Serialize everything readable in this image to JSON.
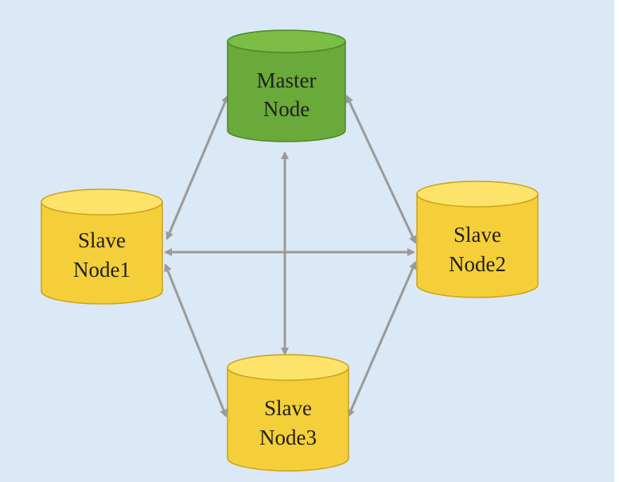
{
  "colors": {
    "background": "#dbe8f6",
    "master_fill": "#6aaa3a",
    "master_top": "#7bbd45",
    "master_stroke": "#4a8a24",
    "slave_fill": "#f5cf3a",
    "slave_top": "#fde36a",
    "slave_stroke": "#c9a21a",
    "arrow": "#9a9a9a"
  },
  "nodes": {
    "master": {
      "line1": "Master",
      "line2": "Node",
      "kind": "master"
    },
    "slave1": {
      "line1": "Slave",
      "line2": "Node1",
      "kind": "slave"
    },
    "slave2": {
      "line1": "Slave",
      "line2": "Node2",
      "kind": "slave"
    },
    "slave3": {
      "line1": "Slave",
      "line2": "Node3",
      "kind": "slave"
    }
  },
  "connections": [
    {
      "from": "master",
      "to": "slave1",
      "bidirectional": true
    },
    {
      "from": "master",
      "to": "slave2",
      "bidirectional": true
    },
    {
      "from": "master",
      "to": "slave3",
      "bidirectional": true
    },
    {
      "from": "slave1",
      "to": "slave2",
      "bidirectional": true
    },
    {
      "from": "slave1",
      "to": "slave3",
      "bidirectional": true
    },
    {
      "from": "slave2",
      "to": "slave3",
      "bidirectional": true
    }
  ]
}
